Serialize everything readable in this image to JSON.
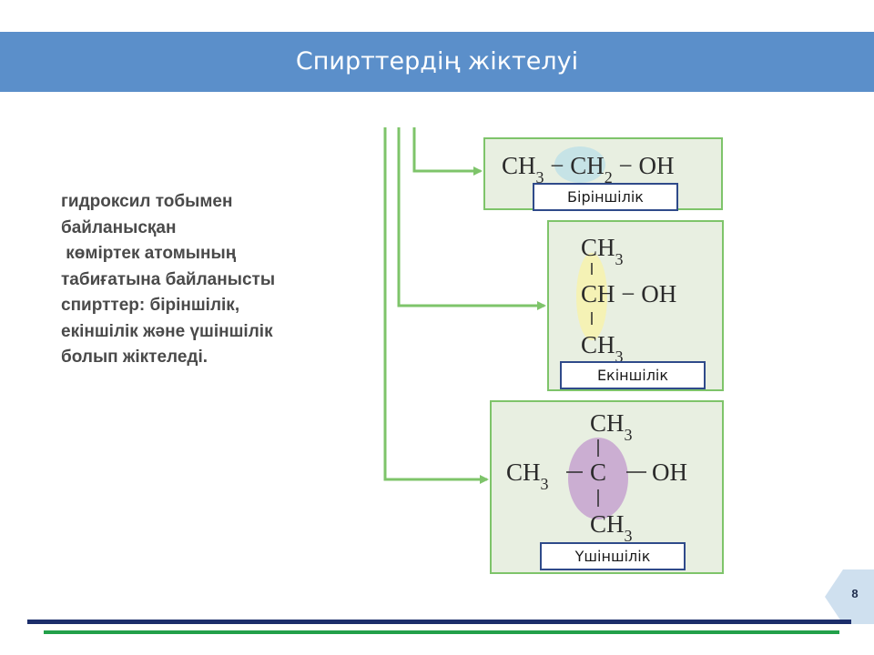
{
  "slide": {
    "title": "Спирттердің жіктелуі",
    "body_text": "гидроксил тобымен\nбайланысқан\n көміртек атомының\nтабиғатына байланысты\nспирттер: біріншілік,\nекіншілік және үшіншілік\nболып жіктеледі.",
    "page_number": "8"
  },
  "colors": {
    "title_band": "#5b8fca",
    "box_border": "#7ec46a",
    "box_fill": "#e8efe1",
    "label_border": "#2f4a8a",
    "arrow": "#7ec46a",
    "rule_blue": "#1c2e6b",
    "rule_green": "#22a04a"
  },
  "diagram": {
    "primary": {
      "formula": [
        "CH",
        "3",
        " − ",
        "CH",
        "2",
        " − OH"
      ],
      "label": "Біріншілік"
    },
    "secondary": {
      "top": [
        "CH",
        "3"
      ],
      "middle": "CH − OH",
      "bottom": [
        "CH",
        "3"
      ],
      "label": "Екіншілік"
    },
    "tertiary": {
      "top": [
        "CH",
        "3"
      ],
      "left": [
        "CH",
        "3"
      ],
      "center": "C",
      "right": "OH",
      "bottom": [
        "CH",
        "3"
      ],
      "label": "Үшіншілік"
    }
  }
}
